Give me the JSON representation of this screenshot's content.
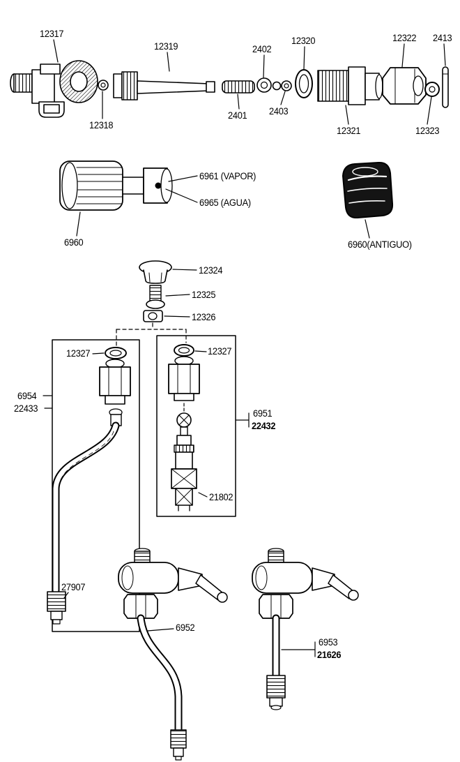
{
  "page": {
    "background": "#ffffff",
    "ink": "#000000"
  },
  "callouts": {
    "c12317": "12317",
    "c12318": "12318",
    "c12319": "12319",
    "c12320": "12320",
    "c12321": "12321",
    "c12322": "12322",
    "c12323": "12323",
    "c2401": "2401",
    "c2402": "2402",
    "c2403": "2403",
    "c2413": "2413",
    "c6961_vapor": "6961 (VAPOR)",
    "c6965_agua": "6965 (AGUA)",
    "c6960": "6960",
    "c6960_antiguo": "6960(ANTIGUO)",
    "c12324": "12324",
    "c12325": "12325",
    "c12326": "12326",
    "c12327_left": "12327",
    "c12327_right": "12327",
    "c6954": "6954",
    "c22433": "22433",
    "c6951": "6951",
    "c22432": "22432",
    "c21802": "21802",
    "c27907": "27907",
    "c6952": "6952",
    "c6953": "6953",
    "c21626": "21626"
  }
}
